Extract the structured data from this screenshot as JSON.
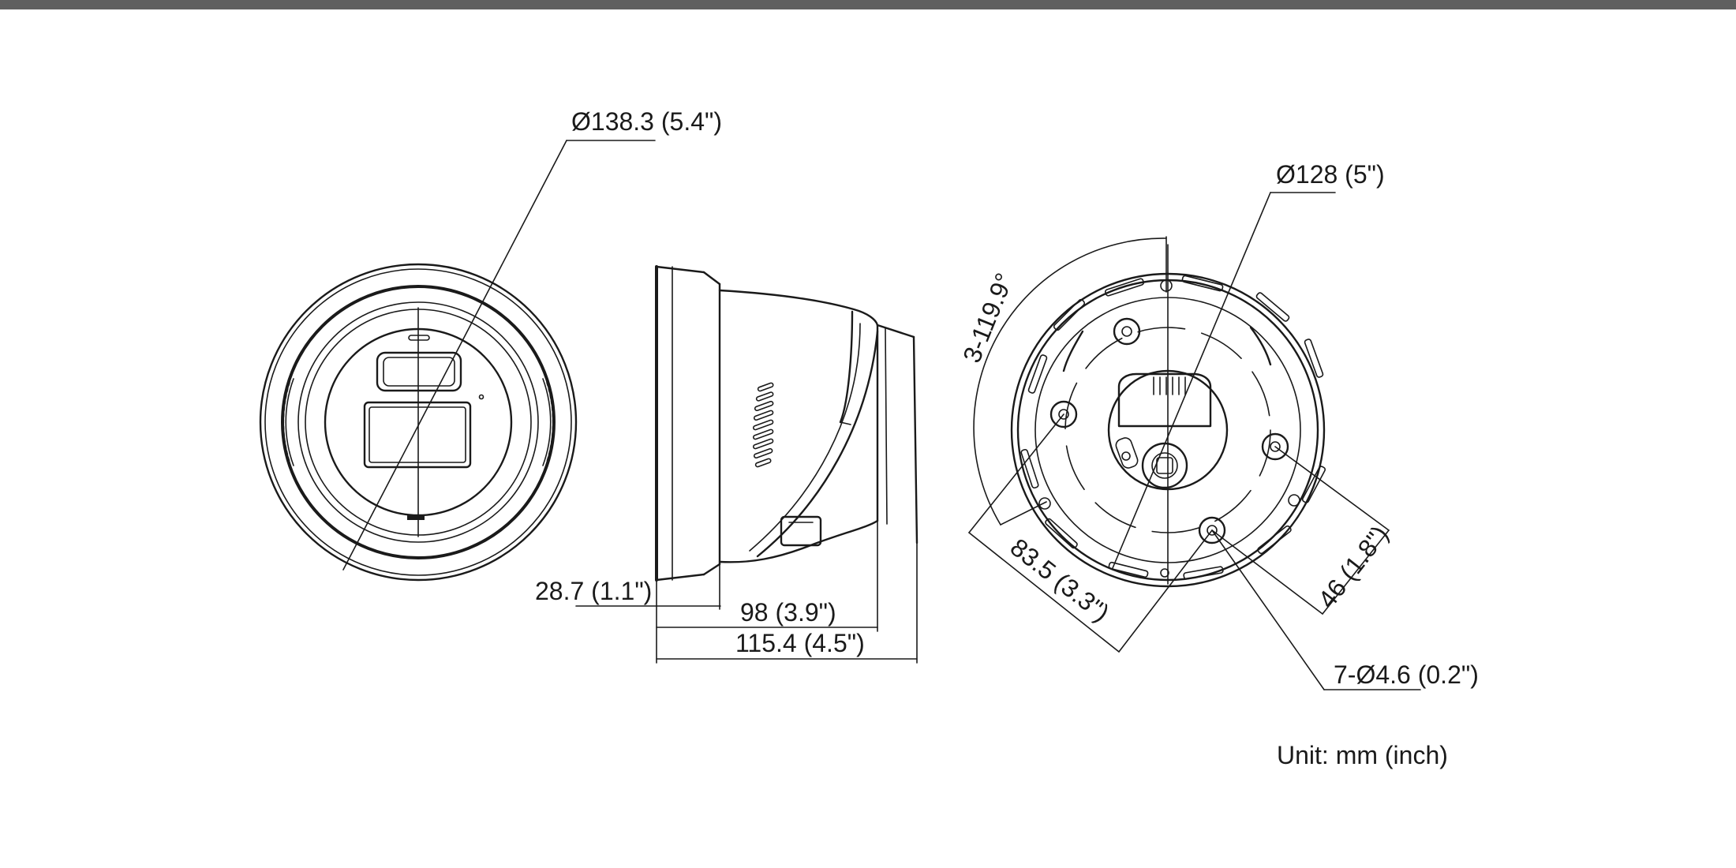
{
  "header_bar": {
    "color": "#5f5f5f"
  },
  "line_color": "#1a1a1a",
  "dimensions": {
    "front_diameter": "Ø138.3 (5.4\")",
    "front_depth": "28.7 (1.1\")",
    "side_body_length": "98 (3.9\")",
    "side_total_length": "115.4 (4.5\")",
    "base_diameter": "Ø128 (5\")",
    "base_angle": "3-119.9°",
    "base_hole_span": "83.5 (3.3\")",
    "base_hole_offset": "46 (1.8\")",
    "base_holes": "7-Ø4.6 (0.2\")"
  },
  "unit_note": "Unit: mm (inch)"
}
